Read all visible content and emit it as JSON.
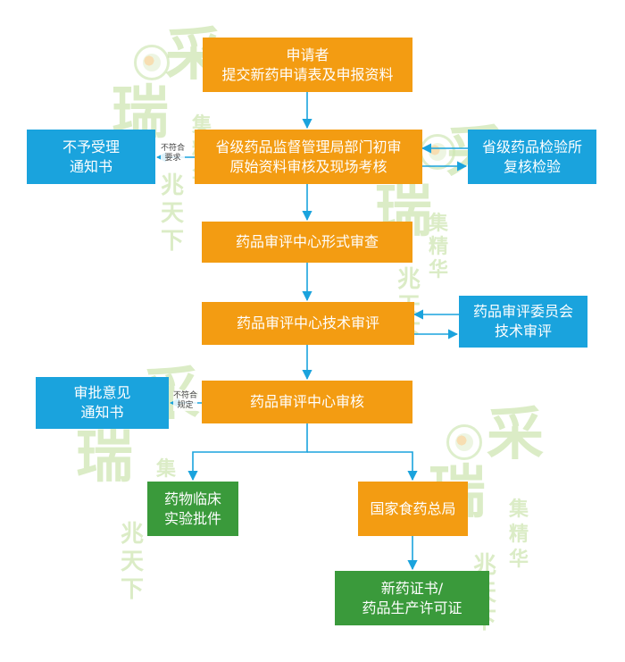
{
  "watermark": {
    "chars": [
      "采",
      "瑞",
      "集",
      "精",
      "华",
      "兆",
      "天",
      "下"
    ]
  },
  "nodes": {
    "applicant": [
      "申请者",
      "提交新药申请表及申报资料"
    ],
    "provincial_bureau": [
      "省级药品监督管理局部门初审",
      "原始资料审核及现场考核"
    ],
    "not_accepted": [
      "不予受理",
      "通知书"
    ],
    "provincial_lab": [
      "省级药品检验所",
      "复核检验"
    ],
    "formal_review": [
      "药品审评中心形式审查"
    ],
    "technical_review": [
      "药品审评中心技术审评"
    ],
    "expert_committee": [
      "药品审评委员会",
      "技术审评"
    ],
    "final_review": [
      "药品审评中心审核"
    ],
    "rejection_notice": [
      "审批意见",
      "通知书"
    ],
    "clinical_approval": [
      "药物临床",
      "实验批件"
    ],
    "nmpa": [
      "国家食药总局"
    ],
    "certificate": [
      "新药证书/",
      "药品生产许可证"
    ]
  },
  "edge_labels": {
    "not_meet_requirements": [
      "不符合",
      "要求"
    ],
    "not_meet_rules": [
      "不符合",
      "规定"
    ]
  },
  "colors": {
    "orange": "#f39c12",
    "blue": "#1aa3dd",
    "green": "#3a9a3b",
    "arrow": "#1aa3dd",
    "watermark": "#cfe6b3"
  }
}
